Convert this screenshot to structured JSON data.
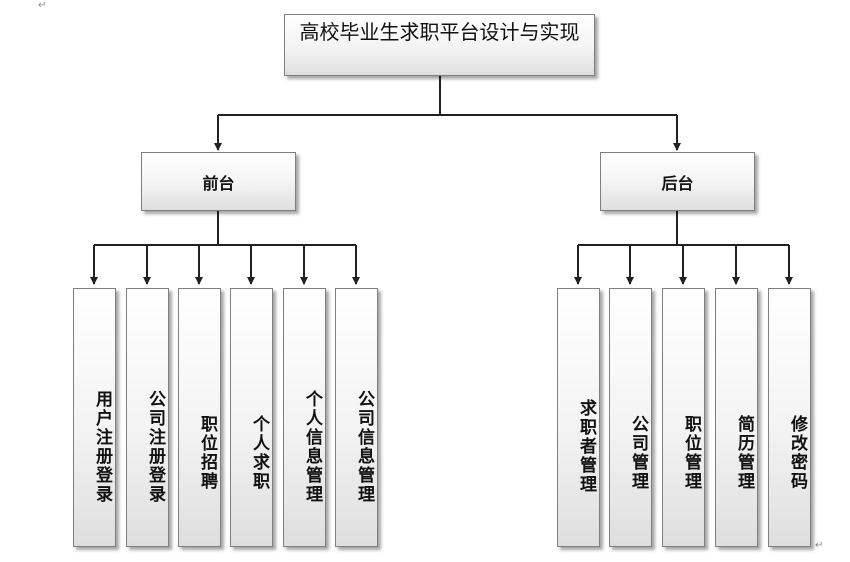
{
  "root": {
    "label": "高校毕业生求职平台设计与实现"
  },
  "branches": [
    {
      "label": "前台",
      "children": [
        "用户注册登录",
        "公司注册登录",
        "职位招聘",
        "个人求职",
        "个人信息管理",
        "公司信息管理"
      ]
    },
    {
      "label": "后台",
      "children": [
        "求职者管理",
        "公司管理",
        "职位管理",
        "简历管理",
        "修改密码"
      ]
    }
  ],
  "marks": {
    "paragraph": "↵"
  }
}
